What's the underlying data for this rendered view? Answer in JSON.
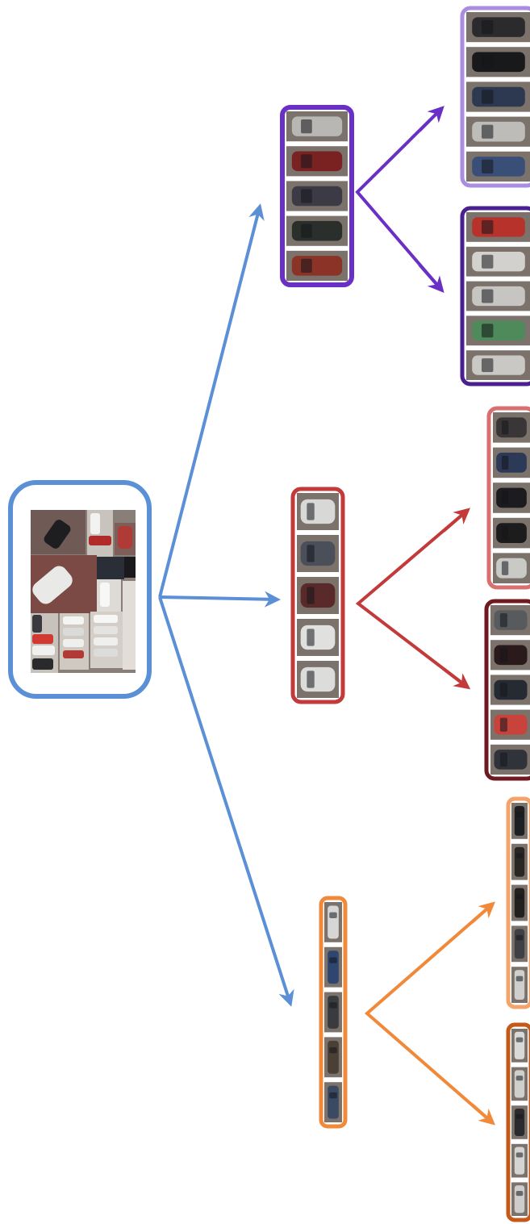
{
  "colors": {
    "background": "#ffffff",
    "arrow_root": "#5b8fd6",
    "root_frame": "#5b8fd6",
    "purple_group": "#6a2fc4",
    "purple_light_leaf": "#a98ee0",
    "purple_dark_leaf": "#4a1f8f",
    "red_group": "#c23a3a",
    "red_light_leaf": "#d8706f",
    "red_dark_leaf": "#6e1a1f",
    "orange_group": "#f08a3a",
    "orange_light_leaf": "#f4a46a",
    "orange_dark_leaf": "#c55a18"
  },
  "nodes": {
    "root": {
      "role": "root",
      "content": "aerial-parking-lot-mosaic"
    },
    "purple": {
      "role": "cluster",
      "items": 5
    },
    "purple_light": {
      "role": "sub-cluster",
      "items": 5
    },
    "purple_dark": {
      "role": "sub-cluster",
      "items": 5
    },
    "red": {
      "role": "cluster",
      "items": 5
    },
    "red_light": {
      "role": "sub-cluster",
      "items": 5
    },
    "red_dark": {
      "role": "sub-cluster",
      "items": 5
    },
    "orange": {
      "role": "cluster",
      "items": 5
    },
    "orange_light": {
      "role": "sub-cluster",
      "items": 5
    },
    "orange_dark": {
      "role": "sub-cluster",
      "items": 5
    }
  },
  "car_thumbnail_colors": {
    "purple": [
      "#b9b7b4",
      "#7a2222",
      "#3c3a45",
      "#2a2f2c",
      "#8a3326"
    ],
    "purple_light": [
      "#2b2b2d",
      "#18191b",
      "#2c3950",
      "#bdbcb8",
      "#3a4f78"
    ],
    "purple_dark": [
      "#b8322c",
      "#d2d1cd",
      "#c6c5c2",
      "#4e8a5a",
      "#c9c8c4"
    ],
    "red": [
      "#d8d8d6",
      "#4a4f5a",
      "#5a2a2a",
      "#e0e0de",
      "#dcdcda"
    ],
    "red_light": [
      "#3a3536",
      "#2c3a58",
      "#1c1c1e",
      "#1d1c1c",
      "#c9c9c6"
    ],
    "red_dark": [
      "#585b5e",
      "#2a1a1c",
      "#262a33",
      "#c8433b",
      "#30343a"
    ],
    "orange": [
      "#d6d6d4",
      "#2e4670",
      "#3a3b3e",
      "#4a4035",
      "#3a4a62"
    ],
    "orange_light": [
      "#1e1f22",
      "#2a2624",
      "#24201e",
      "#3f4044",
      "#cfcfcd"
    ],
    "orange_dark": [
      "#d9d9d7",
      "#cfcfcc",
      "#2a2b2d",
      "#d4d4d2",
      "#cecdcb"
    ]
  }
}
